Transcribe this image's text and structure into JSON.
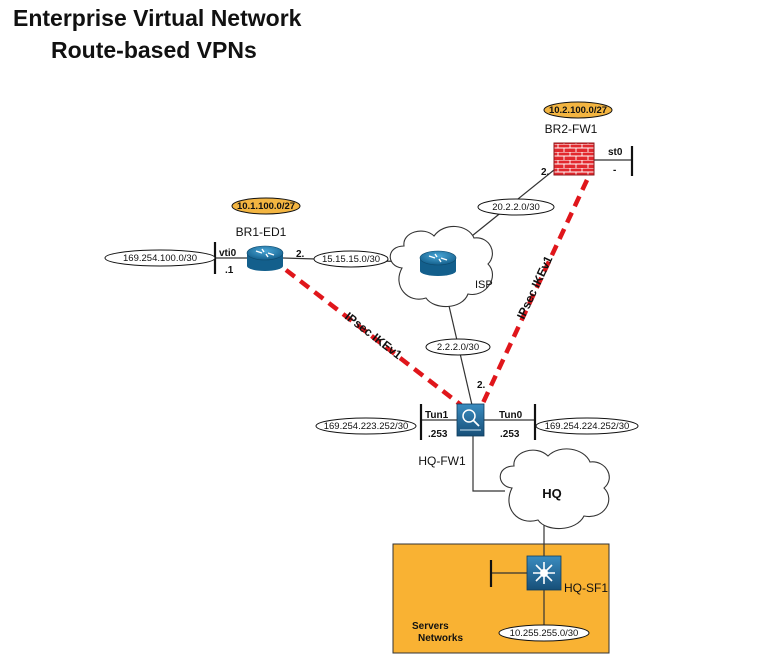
{
  "title": {
    "line1": "Enterprise Virtual Network",
    "line2": "Route-based VPNs"
  },
  "nodes": {
    "br1": {
      "name": "BR1-ED1",
      "subnet": "10.1.100.0/27",
      "iface": "vti0",
      "iface_host": ".1",
      "wan_host": "2."
    },
    "br2": {
      "name": "BR2-FW1",
      "subnet": "10.2.100.0/27",
      "iface": "st0",
      "iface_host": "-",
      "wan_host": "2."
    },
    "isp": {
      "name": "ISP"
    },
    "hq_fw": {
      "name": "HQ-FW1",
      "tun1": "Tun1",
      "tun0": "Tun0",
      "tun1_host": ".253",
      "tun0_host": ".253",
      "wan_host": "2."
    },
    "hq_cloud": {
      "name": "HQ"
    },
    "hq_sf": {
      "name": "HQ-SF1"
    }
  },
  "networks": {
    "br1_tunnel": "169.254.100.0/30",
    "br1_wan": "15.15.15.0/30",
    "br2_wan": "20.2.2.0/30",
    "hq_wan": "2.2.2.0/30",
    "hq_tun1": "169.254.223.252/30",
    "hq_tun0": "169.254.224.252/30",
    "servers": "10.255.255.0/30"
  },
  "vpn_labels": {
    "br1_hq": "IPsec IKEv1",
    "br2_hq": "IPsec IKEv1"
  },
  "servers_box": {
    "line1": "Servers",
    "line2": "Networks"
  },
  "colors": {
    "router": "#1d7fb5",
    "firewall_brick": "#e2282e",
    "subnet_pill": "#f3b541",
    "servers_box": "#f9b233",
    "vpn_line": "#e0161b"
  }
}
